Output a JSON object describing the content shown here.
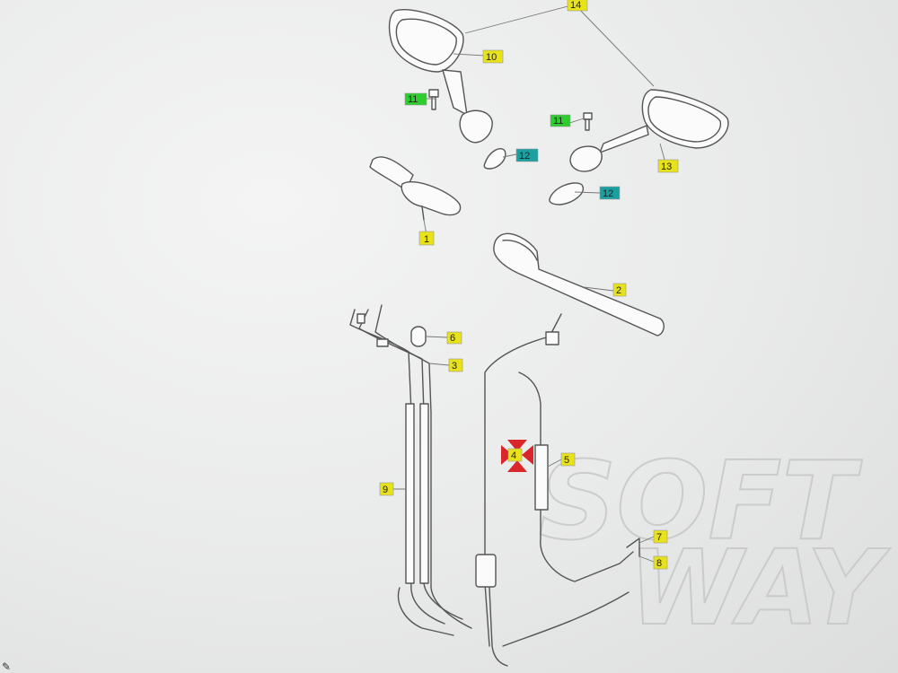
{
  "diagram": {
    "callouts": [
      {
        "id": "c14",
        "text": "14",
        "color": "#e8e21a"
      },
      {
        "id": "c10",
        "text": "10",
        "color": "#e8e21a"
      },
      {
        "id": "c11a",
        "text": "11",
        "color": "#2ecc2e"
      },
      {
        "id": "c11b",
        "text": "11",
        "color": "#2ecc2e"
      },
      {
        "id": "c12a",
        "text": "12",
        "color": "#1aa0a0"
      },
      {
        "id": "c12b",
        "text": "12",
        "color": "#1aa0a0"
      },
      {
        "id": "c13",
        "text": "13",
        "color": "#e8e21a"
      },
      {
        "id": "c1",
        "text": "1",
        "color": "#e8e21a"
      },
      {
        "id": "c2",
        "text": "2",
        "color": "#e8e21a"
      },
      {
        "id": "c6",
        "text": "6",
        "color": "#e8e21a"
      },
      {
        "id": "c3",
        "text": "3",
        "color": "#e8e21a"
      },
      {
        "id": "c4",
        "text": "4",
        "color": "#e8e21a"
      },
      {
        "id": "c5",
        "text": "5",
        "color": "#e8e21a"
      },
      {
        "id": "c9",
        "text": "9",
        "color": "#e8e21a"
      },
      {
        "id": "c7",
        "text": "7",
        "color": "#e8e21a"
      },
      {
        "id": "c8",
        "text": "8",
        "color": "#e8e21a"
      }
    ],
    "marker_color": "#d9262b",
    "watermark": {
      "line1": "SOFT",
      "line2": "WAY"
    }
  },
  "corner_icon": {
    "name": "pencil-icon",
    "glyph": "✎"
  }
}
